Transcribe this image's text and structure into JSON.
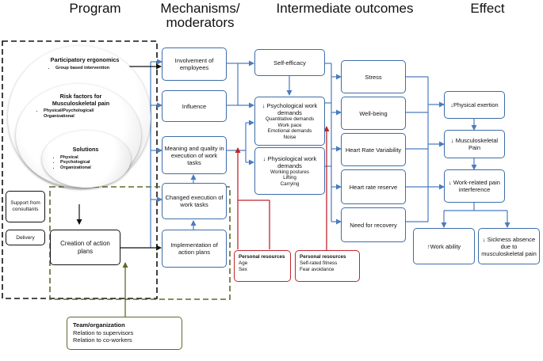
{
  "headers": {
    "program": "Program",
    "mechanisms": "Mechanisms/ moderators",
    "intermediate": "Intermediate outcomes",
    "effect": "Effect"
  },
  "program": {
    "participatory": {
      "title": "Participatory ergonomics",
      "items": [
        "Group based intervention"
      ]
    },
    "risk_factors": {
      "title": "Risk factors for Musculoskeletal pain",
      "items": [
        "Physical/Psychological/ Organizational"
      ]
    },
    "solutions": {
      "title": "Solutions",
      "items": [
        "Physical",
        "Psychological",
        "Organizational"
      ]
    },
    "support": "Support from consultants",
    "delivery": "Delivery",
    "creation": "Creation of action plans",
    "down_arrow": "↓"
  },
  "mechanisms": {
    "involvement": "Involvement of employees",
    "influence": "Influence",
    "meaning": "Meaning and quality in execution of work tasks",
    "changed": "Changed execution of work tasks",
    "implementation": "Implementation of action plans"
  },
  "intermediate": {
    "self_efficacy": "Self-efficacy",
    "psych": {
      "title": "↓ Psychological work demands",
      "items": [
        "Quantitative demands",
        "Work pace",
        "Emotional demands",
        "Noise"
      ]
    },
    "physio": {
      "title": "↓ Physiological work demands",
      "items": [
        "Working postures",
        "Lifting",
        "Carrying"
      ]
    },
    "stress": "Stress",
    "wellbeing": "Well-being",
    "hrv": "Heart Rate Variability",
    "hrr": "Heart rate reserve",
    "recovery": "Need for recovery"
  },
  "effect": {
    "physical_exertion": "↓Physical exertion",
    "msk_pain": "↓ Musculoskeletal Pain",
    "pain_interference": "↓ Work-related pain interference",
    "work_ability": "↑Work ability",
    "sickness": "↓ Sickness absence due to musculoskeletal pain"
  },
  "moderators": {
    "personal1": {
      "title": "Personal resources",
      "items": [
        "Age",
        "Sex"
      ]
    },
    "personal2": {
      "title": "Personal resources",
      "items": [
        "Self-rated fitness",
        "Fear avoidance"
      ]
    },
    "team": {
      "title": "Team/organization",
      "items": [
        "Relation to supervisors",
        "Relation to co-workers"
      ]
    }
  },
  "colors": {
    "blue": "#3d6da8",
    "black": "#111111",
    "red": "#c0262c",
    "olive": "#5b6b2a",
    "arrow_blue": "#4a7cc0"
  }
}
